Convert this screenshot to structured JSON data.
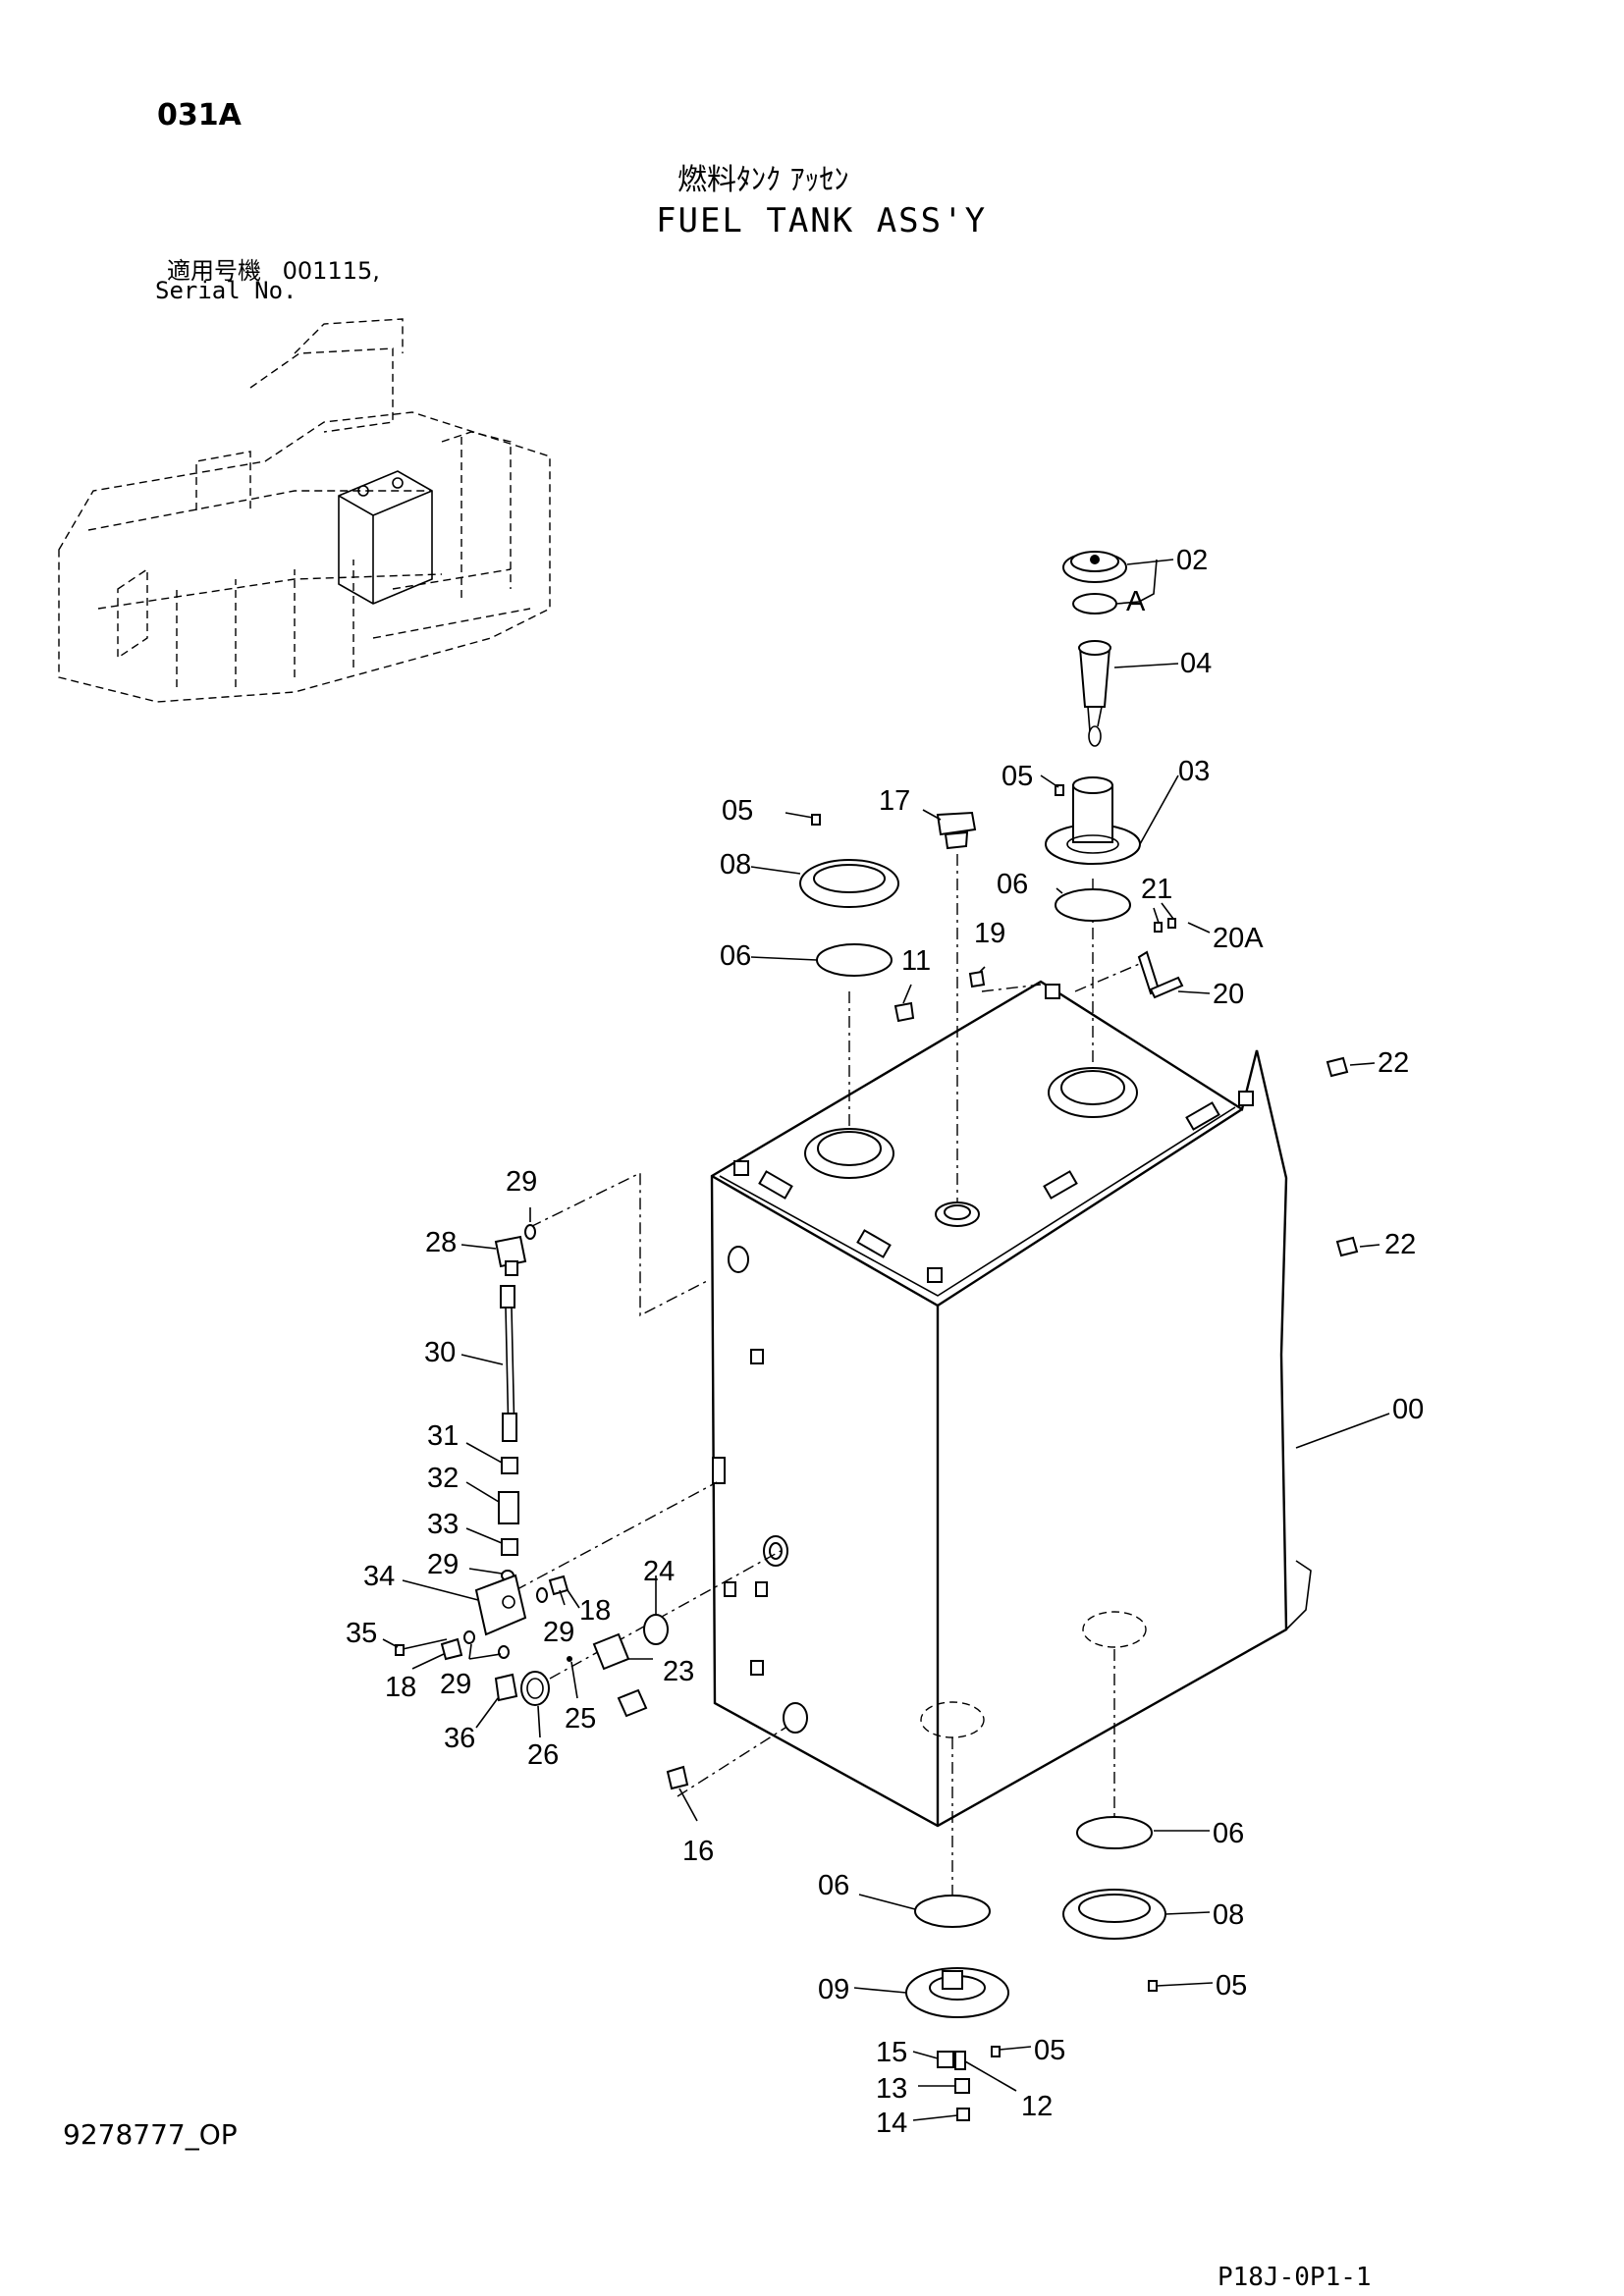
{
  "header": {
    "page_code": "031A",
    "title_jp": "燃料ﾀﾝｸ ｱｯｾﾝ",
    "title_en": "FUEL TANK ASS'Y",
    "serial_label_jp": "適用号機",
    "serial_value": "001115,",
    "serial_label_en": "Serial No."
  },
  "footer": {
    "doc_id": "9278777_OP",
    "page_ref": "P18J-0P1-1"
  },
  "callouts": {
    "c00": "00",
    "c02": "02",
    "cA": "A",
    "c03": "03",
    "c04": "04",
    "c05a": "05",
    "c05b": "05",
    "c05c": "05",
    "c05d": "05",
    "c06a": "06",
    "c06b": "06",
    "c06c": "06",
    "c06d": "06",
    "c08a": "08",
    "c08b": "08",
    "c09": "09",
    "c11": "11",
    "c12": "12",
    "c13": "13",
    "c14": "14",
    "c15": "15",
    "c16": "16",
    "c17": "17",
    "c18a": "18",
    "c18b": "18",
    "c19": "19",
    "c20": "20",
    "c20A": "20A",
    "c21": "21",
    "c22a": "22",
    "c22b": "22",
    "c23": "23",
    "c24": "24",
    "c25": "25",
    "c26": "26",
    "c28": "28",
    "c29a": "29",
    "c29b": "29",
    "c29c": "29",
    "c29d": "29",
    "c30": "30",
    "c31": "31",
    "c32": "32",
    "c33": "33",
    "c34": "34",
    "c35": "35",
    "c36": "36"
  }
}
